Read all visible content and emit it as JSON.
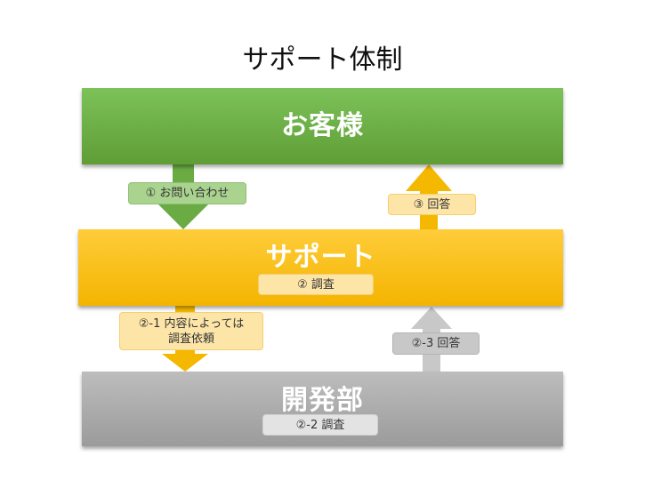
{
  "title": "サポート体制",
  "bands": {
    "customer": "お客様",
    "support": "サポート",
    "dev": "開発部"
  },
  "labels": {
    "inquiry": "① お問い合わせ",
    "answer3": "③ 回答",
    "investigate2": "② 調査",
    "request21_line1": "②-1 内容によっては",
    "request21_line2": "調査依頼",
    "investigate22": "②-2 調査",
    "answer23": "②-3 回答"
  },
  "colors": {
    "customer": "#6aab44",
    "support": "#fbc31b",
    "dev": "#acacac",
    "arrow_green": "#6aab44",
    "arrow_yellow": "#f5b800",
    "arrow_gray": "#c8c8c8"
  }
}
